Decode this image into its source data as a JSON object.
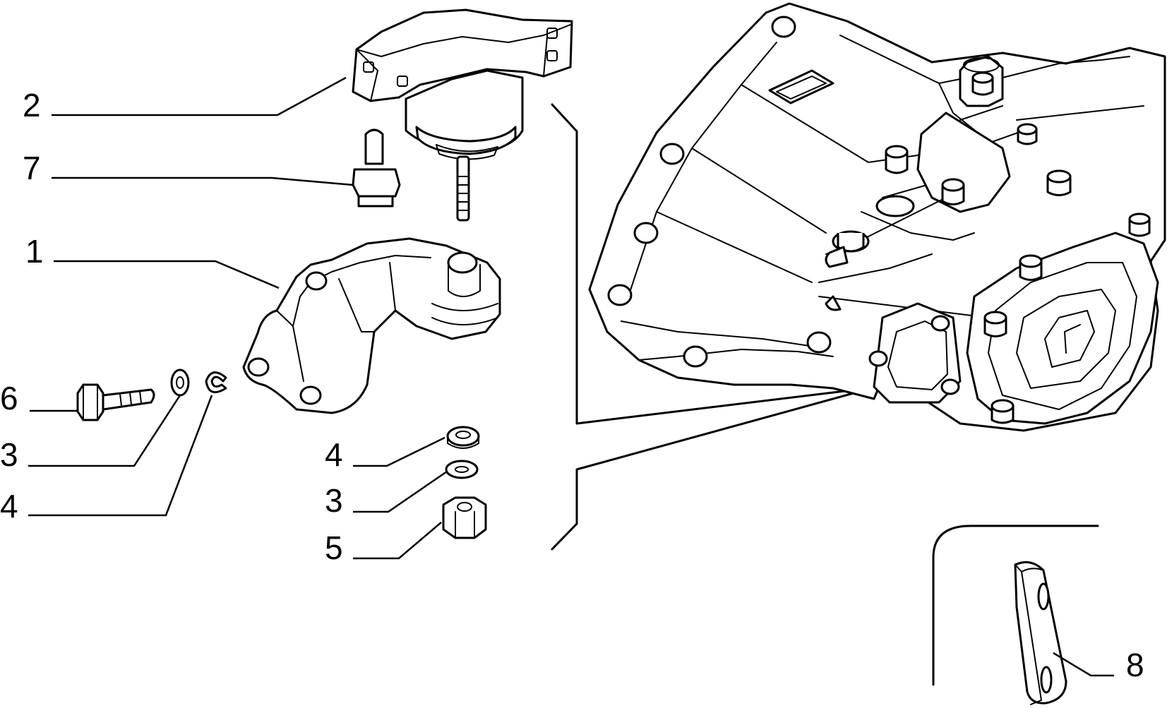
{
  "callouts": {
    "part_1": "1",
    "part_2": "2",
    "part_3_left": "3",
    "part_3_right": "3",
    "part_4_left": "4",
    "part_4_right": "4",
    "part_5": "5",
    "part_6": "6",
    "part_7": "7",
    "part_8": "8"
  }
}
